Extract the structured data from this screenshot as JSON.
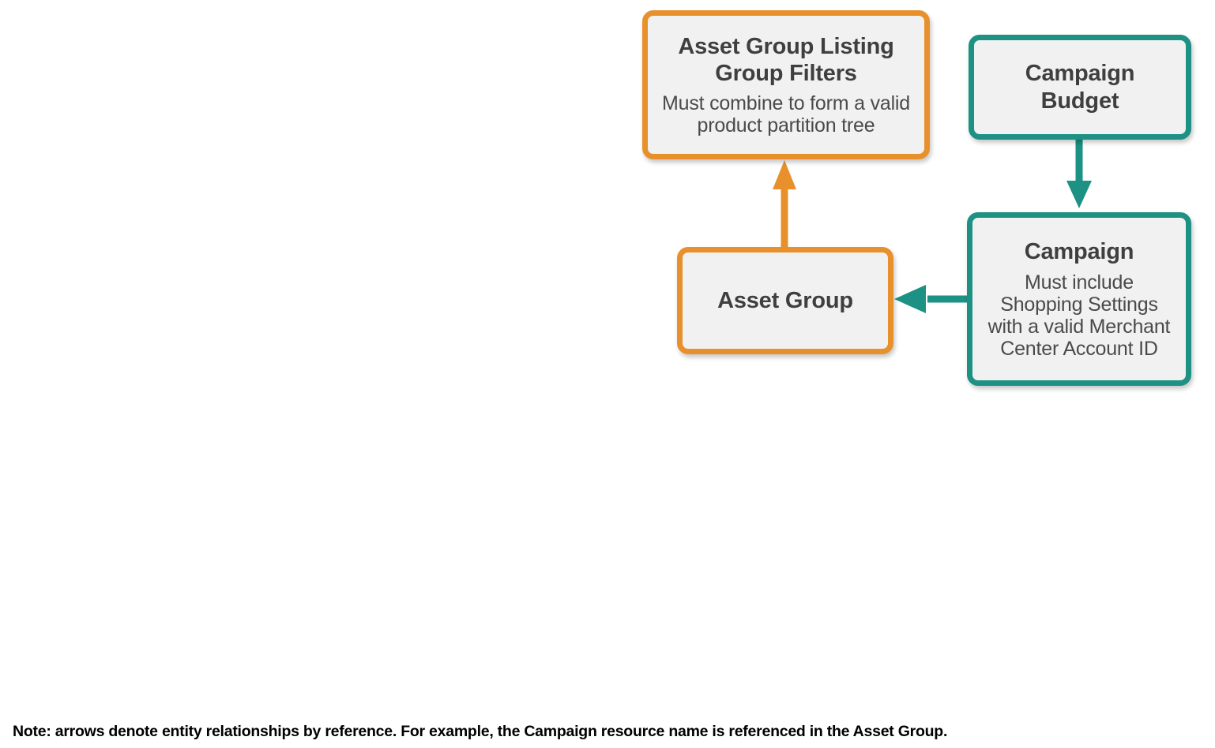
{
  "diagram": {
    "colors": {
      "orange": "#E8912C",
      "teal": "#1C9184",
      "node_fill": "#F1F1F1",
      "title_text": "#3F3F3F",
      "note_text": "#000000",
      "background": "#FFFFFF"
    },
    "nodes": [
      {
        "id": "asset-group-listing-group-filters",
        "title": "Asset Group Listing Group Filters",
        "subtitle": "Must combine to form a valid product partition tree",
        "accent": "orange"
      },
      {
        "id": "asset-group",
        "title": "Asset Group",
        "subtitle": "",
        "accent": "orange"
      },
      {
        "id": "campaign-budget",
        "title": "Campaign Budget",
        "subtitle": "",
        "accent": "teal"
      },
      {
        "id": "campaign",
        "title": "Campaign",
        "subtitle": "Must include Shopping Settings with a valid Merchant Center Account ID",
        "accent": "teal"
      }
    ],
    "connectors": [
      {
        "id": "asset-group-to-listing-group-filters",
        "from": "asset-group",
        "to": "asset-group-listing-group-filters",
        "direction": "up",
        "color": "orange"
      },
      {
        "id": "campaign-budget-to-campaign",
        "from": "campaign-budget",
        "to": "campaign",
        "direction": "down",
        "color": "teal"
      },
      {
        "id": "campaign-to-asset-group",
        "from": "campaign",
        "to": "asset-group",
        "direction": "left",
        "color": "teal"
      }
    ],
    "note": "Note: arrows denote entity relationships by reference. For example, the Campaign resource name is referenced in the Asset Group."
  }
}
